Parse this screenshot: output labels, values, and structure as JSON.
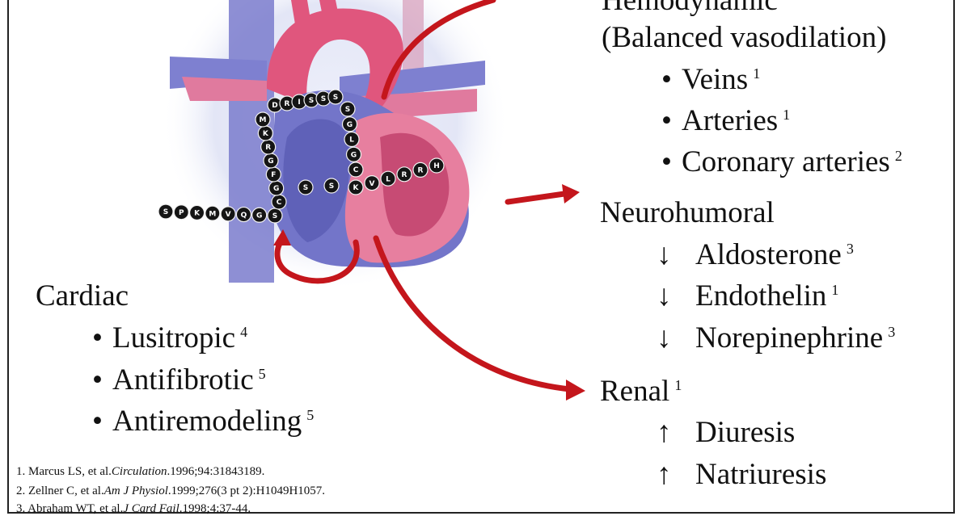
{
  "colors": {
    "arrow": "#c4161c",
    "vein_blue": "#6d6fc7",
    "artery_pink": "#e0688a",
    "bead": "#151515",
    "halo": "#dfe3f6"
  },
  "peptide": {
    "tail": [
      "S",
      "P",
      "K",
      "M",
      "V",
      "Q",
      "G",
      "S"
    ],
    "ring_left": [
      "C",
      "G",
      "F",
      "G",
      "R",
      "K",
      "M"
    ],
    "ring_top": [
      "D",
      "R",
      "I",
      "S",
      "S",
      "S"
    ],
    "ring_right": [
      "S",
      "G",
      "L",
      "G",
      "C"
    ],
    "inner": [
      "S",
      "S"
    ],
    "c_term": [
      "K",
      "V",
      "L",
      "R",
      "R",
      "H"
    ]
  },
  "hemodynamic": {
    "title": "Hemodynamic",
    "subtitle": "(Balanced vasodilation)",
    "items": [
      {
        "label": "Veins",
        "ref": "1"
      },
      {
        "label": "Arteries",
        "ref": "1"
      },
      {
        "label": "Coronary arteries",
        "ref": "2"
      }
    ]
  },
  "neurohumoral": {
    "title": "Neurohumoral",
    "direction": "↓",
    "items": [
      {
        "label": "Aldosterone",
        "ref": "3"
      },
      {
        "label": "Endothelin",
        "ref": "1"
      },
      {
        "label": "Norepinephrine",
        "ref": "3"
      }
    ]
  },
  "renal": {
    "title": "Renal",
    "title_ref": "1",
    "direction": "↑",
    "items": [
      {
        "label": "Diuresis"
      },
      {
        "label": "Natriuresis"
      }
    ]
  },
  "cardiac": {
    "title": "Cardiac",
    "items": [
      {
        "label": "Lusitropic",
        "ref": "4"
      },
      {
        "label": "Antifibrotic",
        "ref": "5"
      },
      {
        "label": "Antiremodeling",
        "ref": "5"
      }
    ]
  },
  "references": [
    {
      "prefix": "1. Marcus LS, et al.",
      "journal": "Circulation",
      "suffix": ".1996;94:31843189."
    },
    {
      "prefix": "2. Zellner C, et al.",
      "journal": "Am J Physiol",
      "suffix": ".1999;276(3 pt 2):H1049H1057."
    },
    {
      "prefix": "3. Abraham WT, et al.",
      "journal": "J Card Fail",
      "suffix": ".1998;4:37-44."
    }
  ]
}
